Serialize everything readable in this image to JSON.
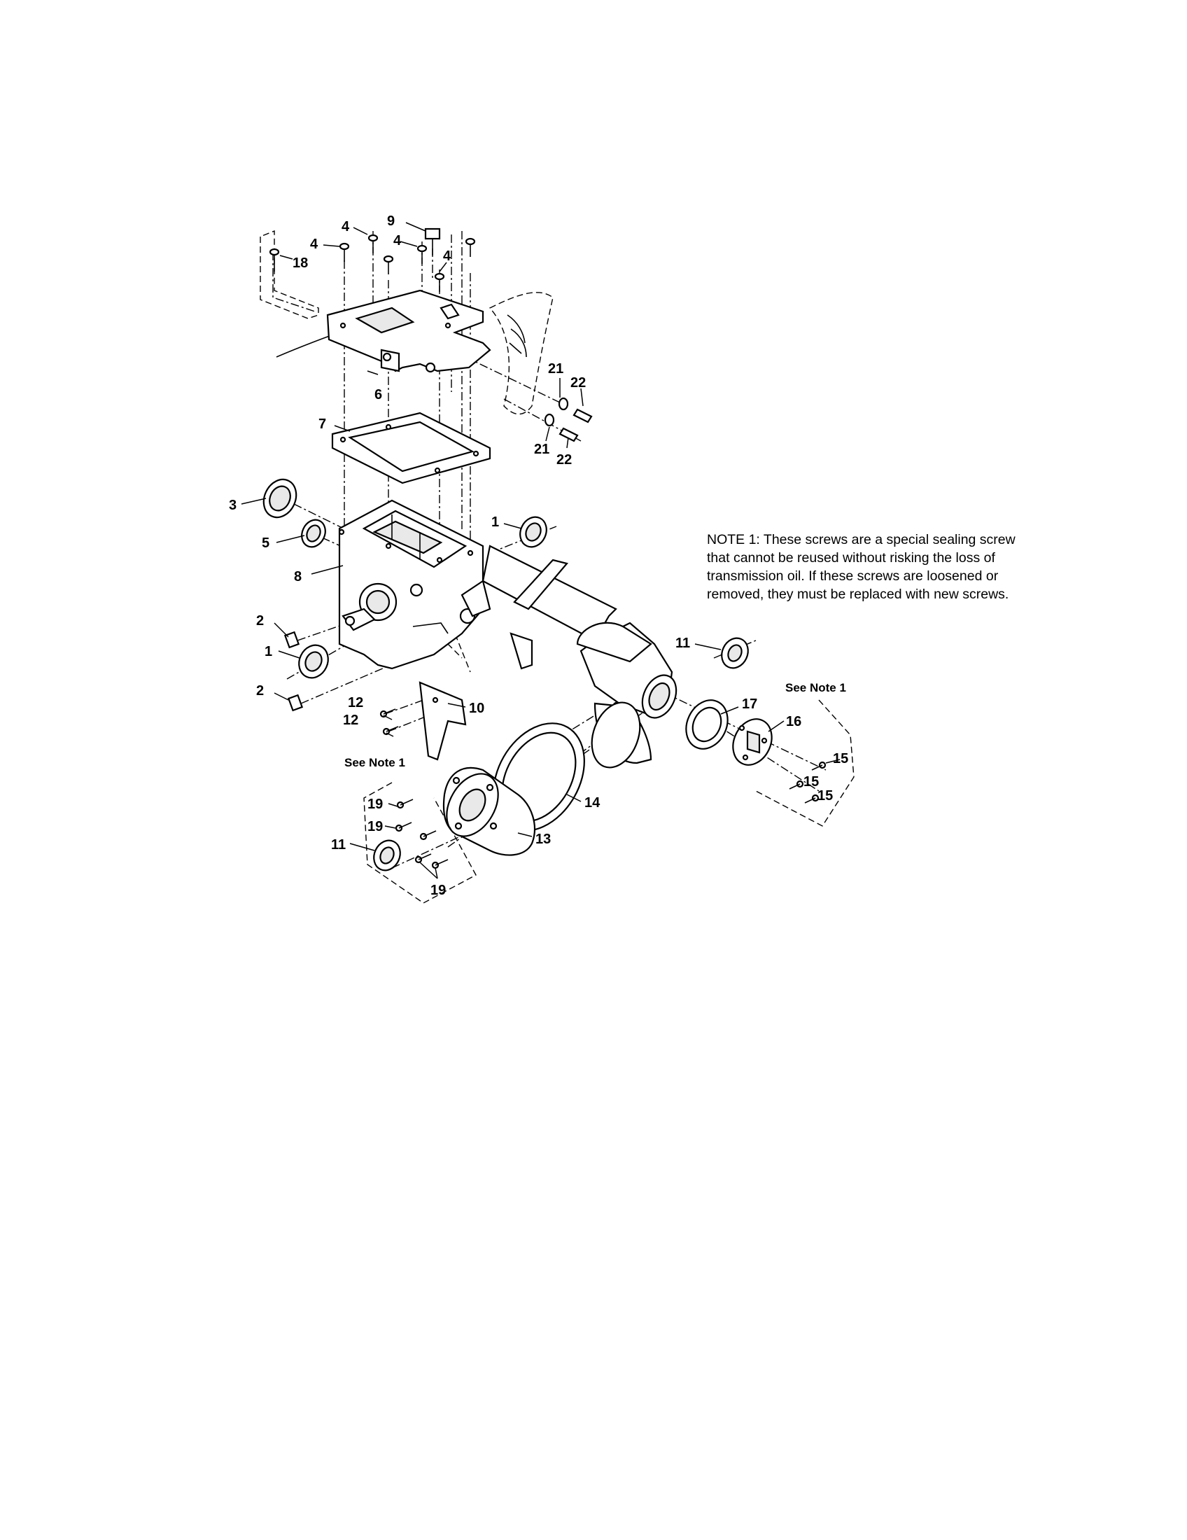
{
  "note": "NOTE 1: These screws are a special sealing screw that cannot be reused without risking the loss of transmission oil.  If these screws are loosened or removed, they must be replaced with new screws.",
  "see_note": "See Note 1",
  "callouts": {
    "p1": "1",
    "p2": "2",
    "p3": "3",
    "p4": "4",
    "p5": "5",
    "p6": "6",
    "p7": "7",
    "p8": "8",
    "p9": "9",
    "p10": "10",
    "p11": "11",
    "p12": "12",
    "p13": "13",
    "p14": "14",
    "p15": "15",
    "p16": "16",
    "p17": "17",
    "p18": "18",
    "p19": "19",
    "p21": "21",
    "p22": "22"
  }
}
